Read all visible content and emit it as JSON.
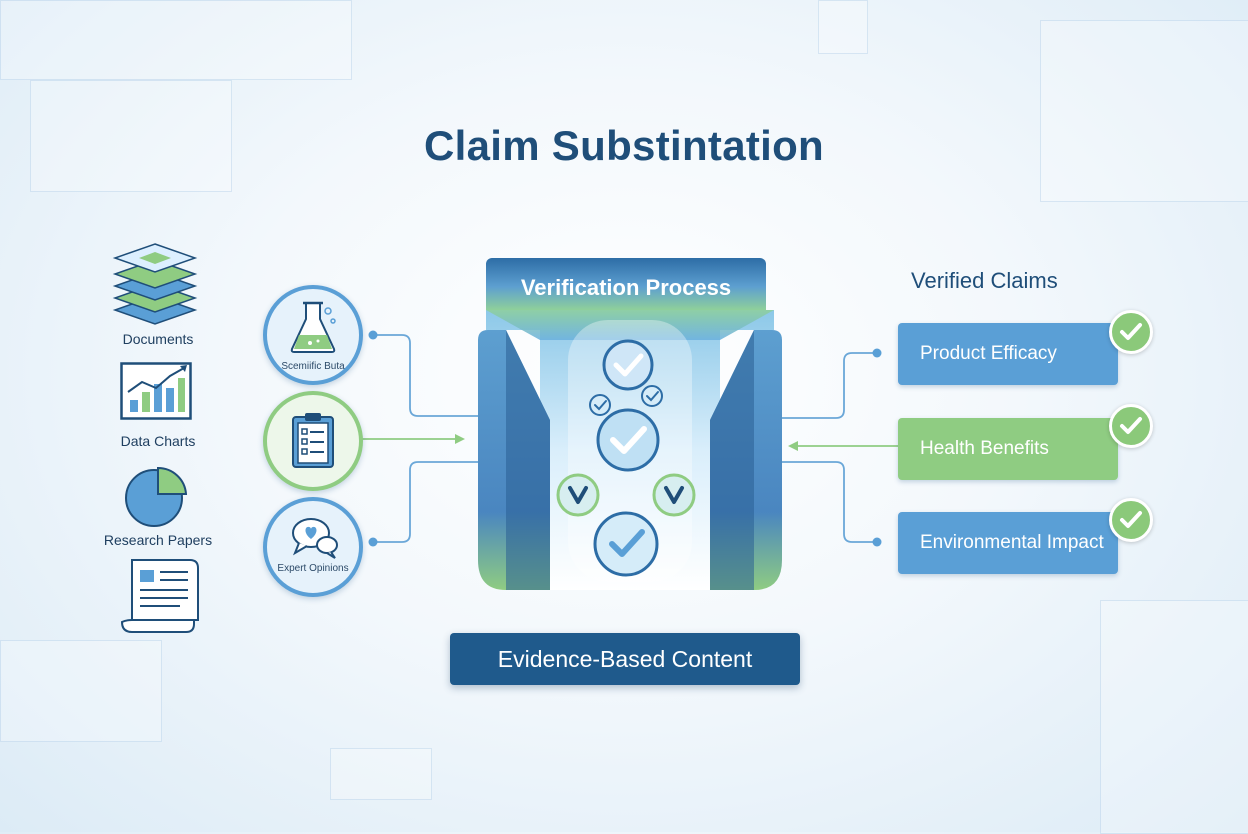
{
  "title": "Claim Substintation",
  "sources": [
    {
      "label": "Documents",
      "icon": "stacked-documents-icon"
    },
    {
      "label": "Data Charts",
      "icon": "bar-chart-icon"
    },
    {
      "label": "Research Papers",
      "icon": "pie-chart-icon"
    },
    {
      "label": "",
      "icon": "paper-scroll-icon"
    }
  ],
  "evidence": [
    {
      "label": "Scemiific Buta",
      "icon": "flask-icon"
    },
    {
      "label": "",
      "icon": "clipboard-icon"
    },
    {
      "label": "Expert Opinions",
      "icon": "speech-bubbles-icon"
    }
  ],
  "process": {
    "title": "Verification Process"
  },
  "output": {
    "title": "Verified Claims"
  },
  "claims": [
    {
      "label": "Product Efficacy",
      "color": "#5a9fd6"
    },
    {
      "label": "Health Benefits",
      "color": "#8fcc82"
    },
    {
      "label": "Environmental Impact",
      "color": "#5a9fd6"
    }
  ],
  "result": {
    "label": "Evidence-Based Content"
  },
  "colors": {
    "navy": "#1f4e79",
    "blue": "#5a9fd6",
    "green": "#8fcc82",
    "check_green": "#8bc97a"
  }
}
